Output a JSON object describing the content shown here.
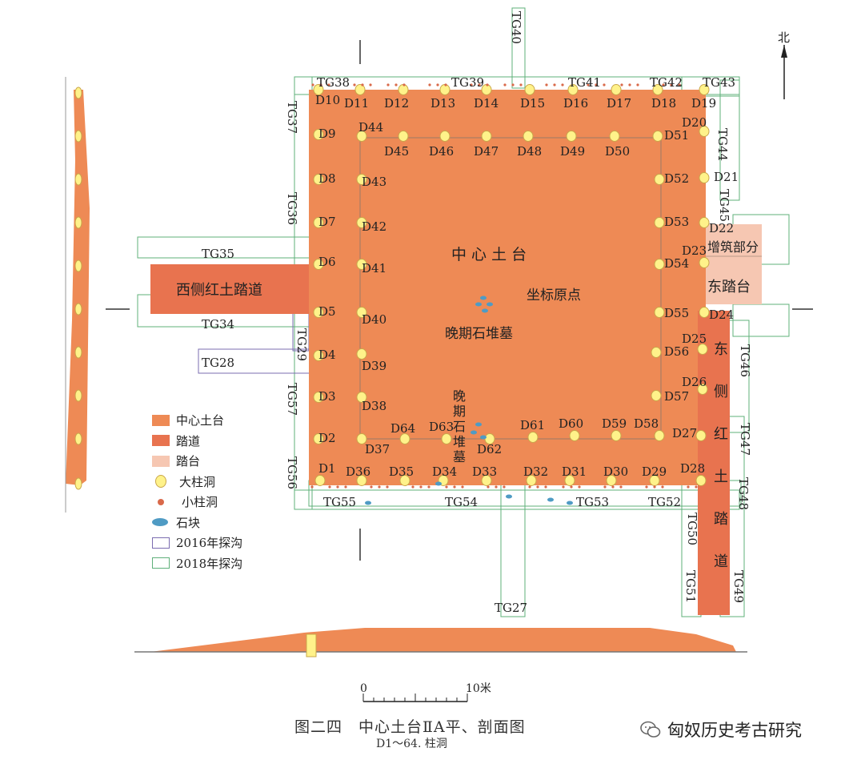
{
  "north": "北",
  "scale": {
    "zero": "0",
    "ten": "10米"
  },
  "caption": {
    "title": "图二四　中心土台ⅡA平、剖面图",
    "sub": "D1～64. 柱洞"
  },
  "watermark": "匈奴历史考古研究",
  "platform": {
    "label": "中 心 土 台",
    "origin": "坐标原点",
    "tomb1": "晚期石堆墓",
    "tomb2_lines": [
      "晚",
      "期",
      "石",
      "堆",
      "墓"
    ]
  },
  "west_road": "西侧红土踏道",
  "east_road_chars": [
    "东",
    "侧",
    "红",
    "土",
    "踏",
    "道"
  ],
  "east_platform": "东踏台",
  "addition": "增筑部分",
  "trenches": [
    "TG27",
    "TG28",
    "TG29",
    "TG34",
    "TG35",
    "TG36",
    "TG37",
    "TG38",
    "TG39",
    "TG40",
    "TG41",
    "TG42",
    "TG43",
    "TG44",
    "TG45",
    "TG46",
    "TG47",
    "TG48",
    "TG49",
    "TG50",
    "TG51",
    "TG52",
    "TG53",
    "TG54",
    "TG55",
    "TG56",
    "TG57"
  ],
  "postholes": [
    "D1",
    "D2",
    "D3",
    "D4",
    "D5",
    "D6",
    "D7",
    "D8",
    "D9",
    "D10",
    "D11",
    "D12",
    "D13",
    "D14",
    "D15",
    "D16",
    "D17",
    "D18",
    "D19",
    "D20",
    "D21",
    "D22",
    "D23",
    "D24",
    "D25",
    "D26",
    "D27",
    "D28",
    "D29",
    "D30",
    "D31",
    "D32",
    "D33",
    "D34",
    "D35",
    "D36",
    "D37",
    "D38",
    "D39",
    "D40",
    "D41",
    "D42",
    "D43",
    "D44",
    "D45",
    "D46",
    "D47",
    "D48",
    "D49",
    "D50",
    "D51",
    "D52",
    "D53",
    "D54",
    "D55",
    "D56",
    "D57",
    "D58",
    "D59",
    "D60",
    "D61",
    "D62",
    "D63",
    "D64"
  ],
  "legend": [
    {
      "label": "中心土台",
      "color": "#ee8a55"
    },
    {
      "label": "踏道",
      "color": "#e8734f"
    },
    {
      "label": "踏台",
      "color": "#f6c7b2"
    },
    {
      "label": "大柱洞",
      "color": "#fff28a"
    },
    {
      "label": "小柱洞",
      "color": "#d9694a"
    },
    {
      "label": "石块",
      "color": "#4f9bc4"
    },
    {
      "label": "2016年探沟",
      "color": "#7b6db0"
    },
    {
      "label": "2018年探沟",
      "color": "#5fb07a"
    }
  ]
}
